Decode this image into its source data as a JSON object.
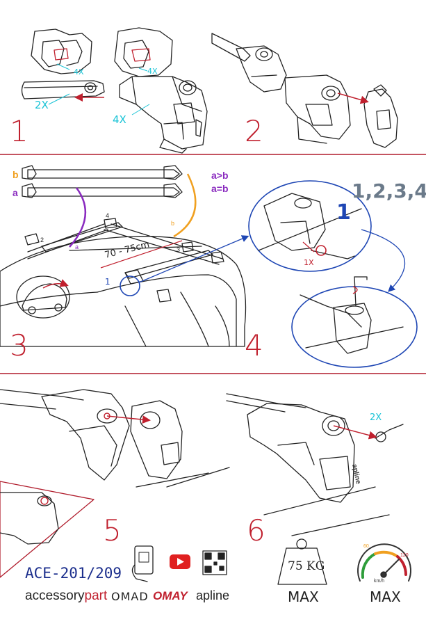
{
  "steps": {
    "step1": "1",
    "step2": "2",
    "step3": "3",
    "step4": "4",
    "step5": "5",
    "step6": "6"
  },
  "step1_labels": {
    "qty_4x_a": "4X",
    "qty_4x_b": "4X",
    "qty_2x": "2X",
    "qty_4x_foot": "4X"
  },
  "step3_labels": {
    "legend_b": "b",
    "legend_a": "a",
    "rule_gt": "a>b",
    "rule_eq": "a=b",
    "distance": "70 - 75cm",
    "pos1": "1",
    "pos2": "2",
    "pos3": "3",
    "pos4": "4",
    "mark_a": "a",
    "mark_b": "b"
  },
  "step4_labels": {
    "sequence": "1,2,3,4",
    "position": "1",
    "qty_1x": "1X"
  },
  "step6_labels": {
    "qty_2x": "2X"
  },
  "footer": {
    "model": "ACE-201/209",
    "brand_accessory_1": "accessory",
    "brand_accessory_2": "part",
    "brand_omad": "OMAD",
    "brand_omay": "OMAY",
    "brand_apline": "apline",
    "weight": "75 KG",
    "weight_max": "MAX",
    "speed_max": "MAX",
    "speed_unit": "km/h",
    "speed_60": "60",
    "speed_120": "120",
    "rack_logo": "apline"
  },
  "colors": {
    "divider": "#b01c2c",
    "step_number": "#c0202e",
    "cyan_label": "#19c3d6",
    "blue": "#1e46b4",
    "orange": "#f0a020",
    "purple": "#8a2bbf",
    "arrow_red": "#c0202e"
  }
}
